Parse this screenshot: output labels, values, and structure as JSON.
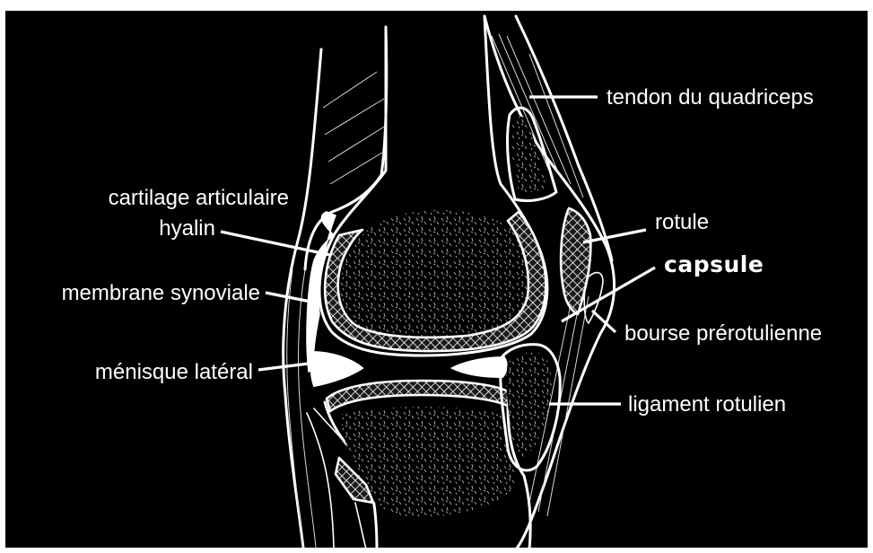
{
  "colors": {
    "background": "#000000",
    "frame": "#ffffff",
    "lines": "#ffffff"
  },
  "labels": {
    "tendon": "tendon du quadriceps",
    "cartilage_line1": "cartilage articulaire",
    "cartilage_line2": "hyalin",
    "rotule": "rotule",
    "capsule": "capsule",
    "membrane": "membrane synoviale",
    "bourse": "bourse prérotulienne",
    "menisque": "ménisque latéral",
    "ligament": "ligament rotulien"
  }
}
